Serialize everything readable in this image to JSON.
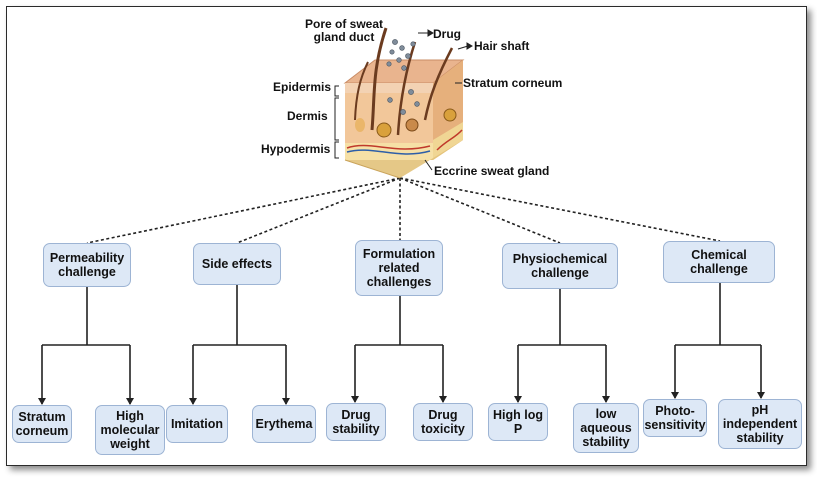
{
  "skin_labels": {
    "pore": "Pore of sweat\ngland duct",
    "drug": "Drug",
    "hair_shaft": "Hair shaft",
    "stratum_corneum": "Stratum corneum",
    "epidermis": "Epidermis",
    "dermis": "Dermis",
    "hypodermis": "Hypodermis",
    "eccrine": "Eccrine sweat gland"
  },
  "challenges": [
    {
      "title": "Permeability\nchallenge",
      "children": [
        "Stratum\ncorneum",
        "High\nmolecular\nweight"
      ]
    },
    {
      "title": "Side effects",
      "children": [
        "Imitation",
        "Erythema"
      ]
    },
    {
      "title": "Formulation\nrelated\nchallenges",
      "children": [
        "Drug\nstability",
        "Drug\ntoxicity"
      ]
    },
    {
      "title": "Physiochemical\nchallenge",
      "children": [
        "High log\nP",
        "low\naqueous\nstability"
      ]
    },
    {
      "title": "Chemical\nchallenge",
      "children": [
        "Photo-\nsensitivity",
        "pH\nindependent\nstability"
      ]
    }
  ],
  "colors": {
    "box_fill": "#dde8f6",
    "box_border": "#9db4d4",
    "skin_top": "#e9b48e",
    "skin_side": "#f2c79a",
    "hair": "#6b3b1f"
  }
}
